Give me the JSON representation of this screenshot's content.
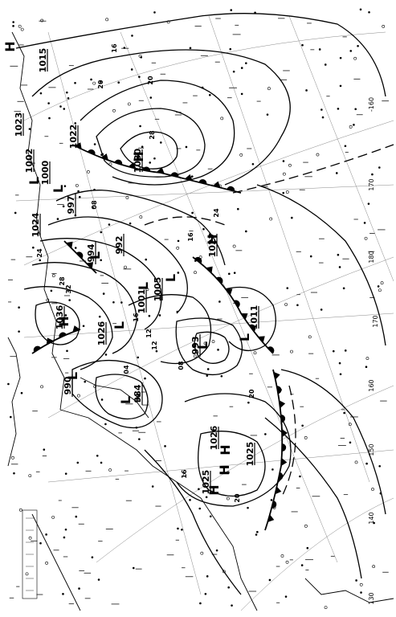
{
  "map": {
    "pressure_labels": [
      "1015",
      "1023",
      "1002",
      "1000",
      "1022",
      "1024",
      "997",
      "1030",
      "994",
      "992",
      "1005",
      "1027",
      "1036",
      "1001",
      "1026",
      "1011",
      "993",
      "990",
      "984",
      "1026",
      "1025",
      "1025"
    ],
    "isopleth_labels": [
      "16",
      "20",
      "20",
      "28",
      "24",
      "12",
      "16",
      "08",
      "24",
      "28",
      "32",
      "04",
      "00",
      "08",
      "16",
      "20",
      "20",
      "16",
      "12"
    ],
    "longitude_labels": [
      "-160",
      "170",
      "180",
      "170",
      "160",
      "150",
      "140",
      "130"
    ],
    "center_markers": [
      "H",
      "H",
      "L",
      "L",
      "L",
      "L",
      "H",
      "H",
      "L",
      "L",
      "L",
      "L",
      "L",
      "L",
      "H",
      "H",
      "H"
    ]
  }
}
